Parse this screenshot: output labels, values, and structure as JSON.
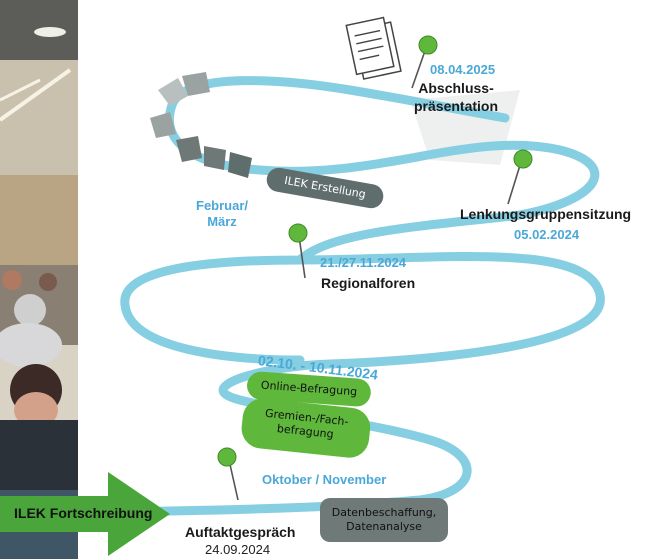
{
  "colors": {
    "path": "#86cfe2",
    "pill_dark": "#5f6e6c",
    "pill_green": "#5fb83c",
    "arrow_green": "#4aa63a",
    "pin_head": "#5fb83c",
    "label_blue": "#4aa8d8",
    "label_dark": "#1a1a1a"
  },
  "photo": {
    "description_icon": "audience-photo"
  },
  "arrow": {
    "label": "ILEK Fortschreibung"
  },
  "document_icon": "document-icon",
  "milestones": [
    {
      "id": "abschluss",
      "date": "08.04.2025",
      "title": "Abschluss-\npräsentation"
    },
    {
      "id": "lenkung",
      "title": "Lenkungsgruppensitzung",
      "date": "05.02.2024"
    },
    {
      "id": "regional",
      "date": "21./27.11.2024",
      "title": "Regionalforen"
    },
    {
      "id": "auftakt",
      "title": "Auftaktgespräch",
      "date": "24.09.2024"
    }
  ],
  "period_labels": {
    "februar": "Februar/\nMärz",
    "online_range": "02.10. - 10.11.2024",
    "oktober": "Oktober / November"
  },
  "pills": {
    "ilek_erstellung": "ILEK Erstellung",
    "online_befragung": "Online-Befragung",
    "gremien": "Gremien-/Fach-\nbefragung",
    "daten": "Datenbeschaffung,\nDatenanalyse"
  }
}
